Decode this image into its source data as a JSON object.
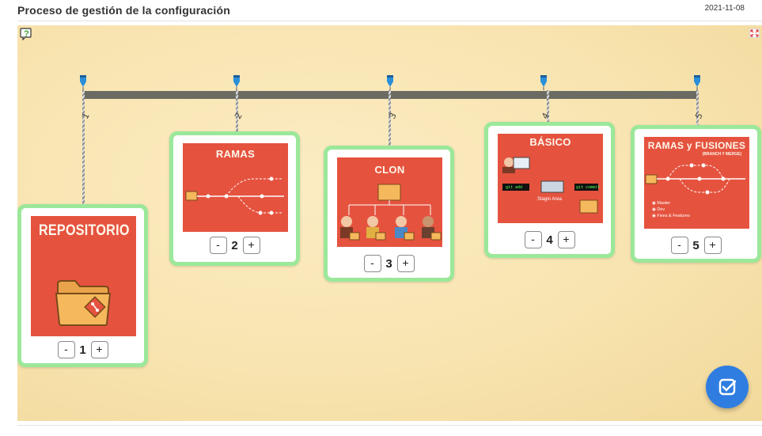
{
  "header": {
    "title": "Proceso de gestión de la configuración",
    "date": "2021-11-08"
  },
  "timeline": {
    "tick_labels": [
      "1",
      "2",
      "3",
      "4",
      "5"
    ]
  },
  "cards": [
    {
      "image_title": "REPOSITORIO",
      "order": "1",
      "minus": "-",
      "plus": "+"
    },
    {
      "image_title": "RAMAS",
      "order": "2",
      "minus": "-",
      "plus": "+"
    },
    {
      "image_title": "CLON",
      "order": "3",
      "minus": "-",
      "plus": "+"
    },
    {
      "image_title": "BÁSICO",
      "order": "4",
      "minus": "-",
      "plus": "+",
      "labels": {
        "cmd1": "git add",
        "cmd2": "git commit",
        "stage": "Stagin Area"
      }
    },
    {
      "image_title": "RAMAS y FUSIONES",
      "order": "5",
      "minus": "-",
      "plus": "+",
      "subtitle": "(BRANCH Y MERGE)",
      "legend": [
        "Master",
        "Dev",
        "Fixes & Features"
      ]
    }
  ],
  "colors": {
    "card_border": "#9be89a",
    "image_bg": "#e5533f",
    "check_button": "#2f7de0",
    "timeline_bar": "#6b6b62",
    "pin": "#2a8fd8"
  },
  "icons": {
    "help": "help-question-icon",
    "expand": "expand-icon",
    "check": "check-icon",
    "folder": "git-folder-icon"
  }
}
